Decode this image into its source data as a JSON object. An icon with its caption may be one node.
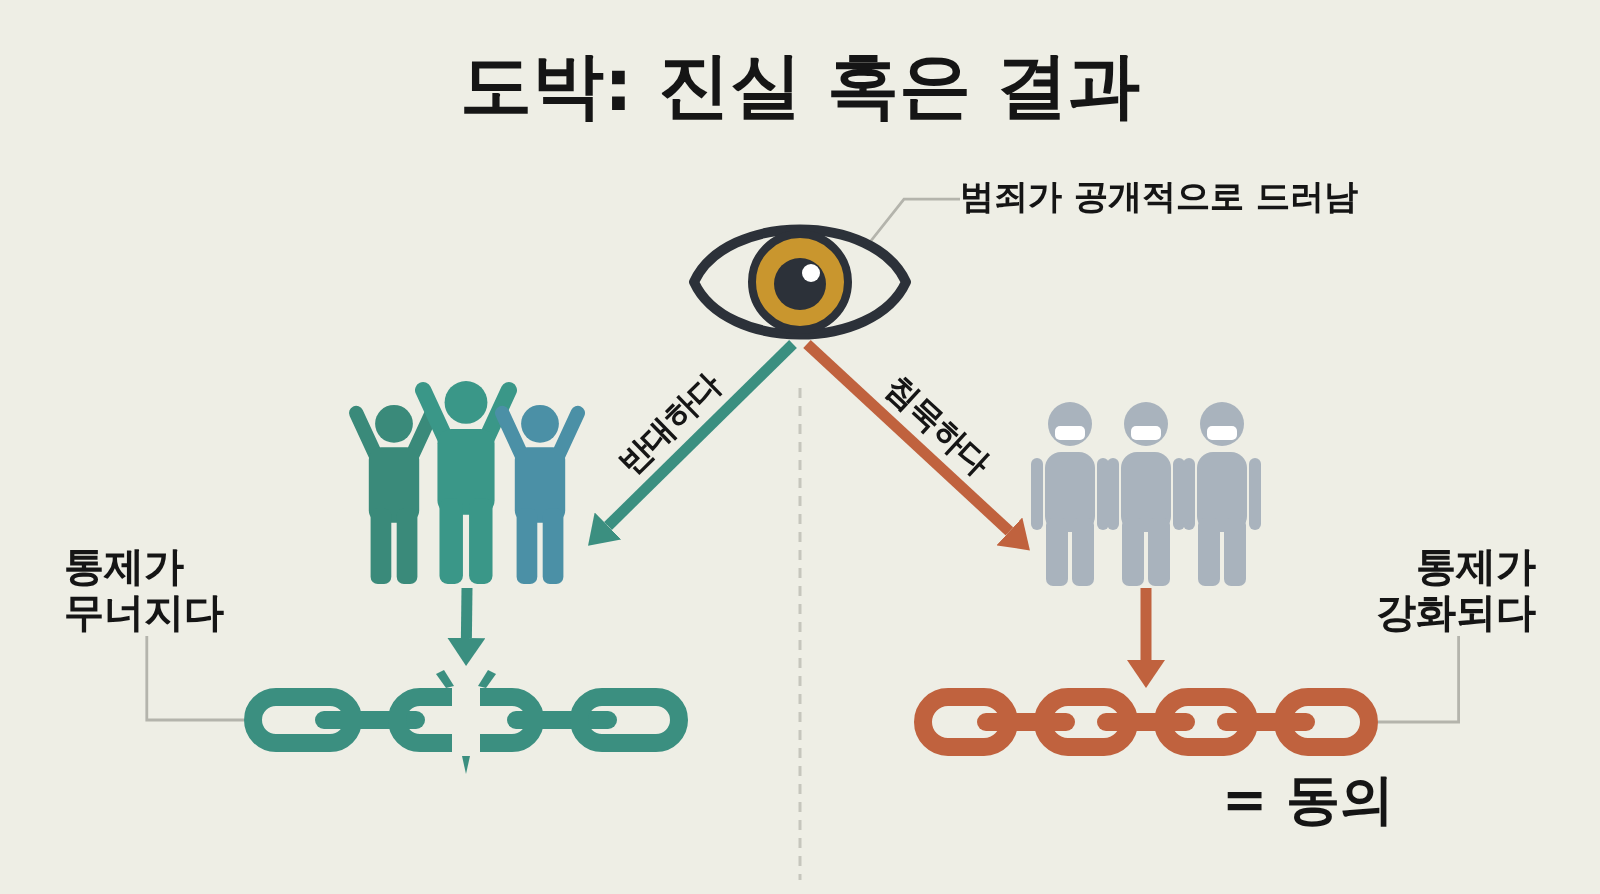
{
  "diagram": {
    "title": "도박: 진실 혹은 결과",
    "nodes": [
      {
        "text": [
          "범죄가 공개적으로 드러남"
        ]
      },
      {
        "text": [],
        "shape": "picture"
      },
      {
        "text": [],
        "shape": "picture"
      },
      {
        "text": [],
        "shape": "picture"
      },
      {
        "text": [
          "통제가 무너지다"
        ]
      },
      {
        "text": [],
        "shape": "picture"
      },
      {
        "text": [
          "통제가 강화되다"
        ]
      },
      {
        "text": [],
        "shape": "picture"
      }
    ],
    "edges": [
      {
        "from": 0,
        "to": 1,
        "arrow": "none"
      },
      {
        "from": 1,
        "to": 2,
        "arrow": "to",
        "label": "반대하다",
        "color": "#3b8f80"
      },
      {
        "from": 1,
        "to": 3,
        "arrow": "to",
        "label": "침묵하다",
        "color": "#c0623e"
      },
      {
        "from": 2,
        "to": 5,
        "arrow": "to",
        "color": "#3b8f80"
      },
      {
        "from": 3,
        "to": 7,
        "arrow": "to",
        "color": "#c0623e"
      },
      {
        "from": 4,
        "to": 5,
        "arrow": "none"
      },
      {
        "from": 6,
        "to": 7,
        "arrow": "none"
      }
    ],
    "labels": [
      "= 동의"
    ]
  }
}
